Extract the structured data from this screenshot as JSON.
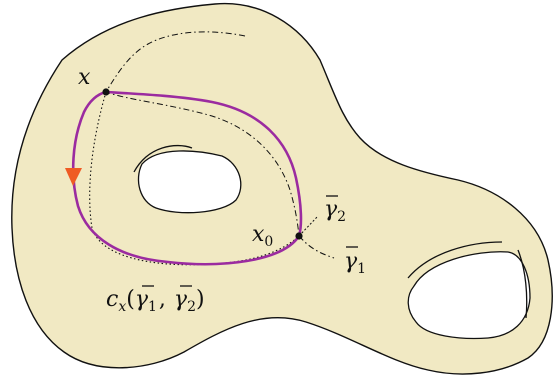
{
  "labels": {
    "x_point": "x",
    "x0_base": "x",
    "x0_sub": "0",
    "gamma2_base": "γ",
    "gamma2_sub": "2",
    "gamma1_base": "γ",
    "gamma1_sub": "1",
    "loop_c": "c",
    "loop_c_sub": "x",
    "loop_open": "(",
    "loop_g1": "γ",
    "loop_g1_sub": "1",
    "loop_comma": ",",
    "loop_g2": "γ",
    "loop_g2_sub": "2",
    "loop_close": ")"
  },
  "colors": {
    "surface_fill": "#f1e9c3",
    "outline": "#111111",
    "loop": "#9b2ba0",
    "arrow": "#ef5b24"
  }
}
